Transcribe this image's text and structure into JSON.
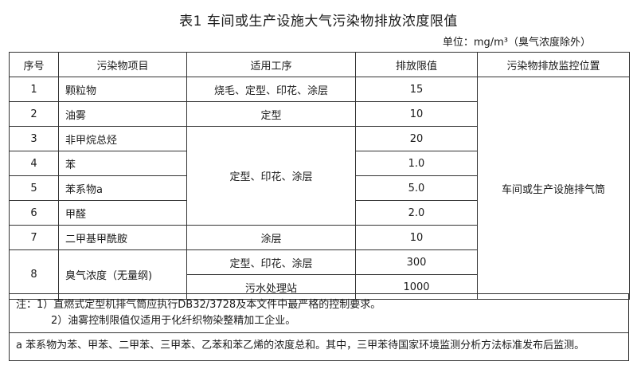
{
  "document": {
    "title": "表1  车间或生产设施大气污染物排放浓度限值",
    "unit": "单位：mg/m³（臭气浓度除外）"
  },
  "table": {
    "headers": [
      "序号",
      "污染物项目",
      "适用工序",
      "排放限值",
      "污染物排放监控位置"
    ],
    "rows": [
      {
        "no": "1",
        "item": "颗粒物",
        "process": "烧毛、定型、印花、涂层",
        "limit": "15"
      },
      {
        "no": "2",
        "item": "油雾",
        "process": "定型",
        "limit": "10"
      },
      {
        "no": "3",
        "item": "非甲烷总烃",
        "process": "定型、印花、涂层",
        "limit": "20"
      },
      {
        "no": "4",
        "item": "苯",
        "limit": "1.0"
      },
      {
        "no": "5",
        "item": "苯系物a",
        "limit": "5.0"
      },
      {
        "no": "6",
        "item": "甲醛",
        "limit": "2.0"
      },
      {
        "no": "7",
        "item": "二甲基甲酰胺",
        "process": "涂层",
        "limit": "10"
      },
      {
        "no": "8",
        "item": "臭气浓度（无量纲)",
        "process": "定型、印花、涂层",
        "limit": "300"
      },
      {
        "process": "污水处理站",
        "limit": "1000"
      }
    ],
    "monitor_location": "车间或生产设施排气筒"
  },
  "notes": {
    "note1": "注：1）直燃式定型机排气筒应执行DB32/3728及本文件中最严格的控制要求。",
    "note2": "2）油雾控制限值仅适用于化纤织物染整精加工企业。",
    "footnote_a": "a 苯系物为苯、甲苯、二甲苯、三甲苯、乙苯和苯乙烯的浓度总和。其中，三甲苯待国家环境监测分析方法标准发布后监测。"
  }
}
